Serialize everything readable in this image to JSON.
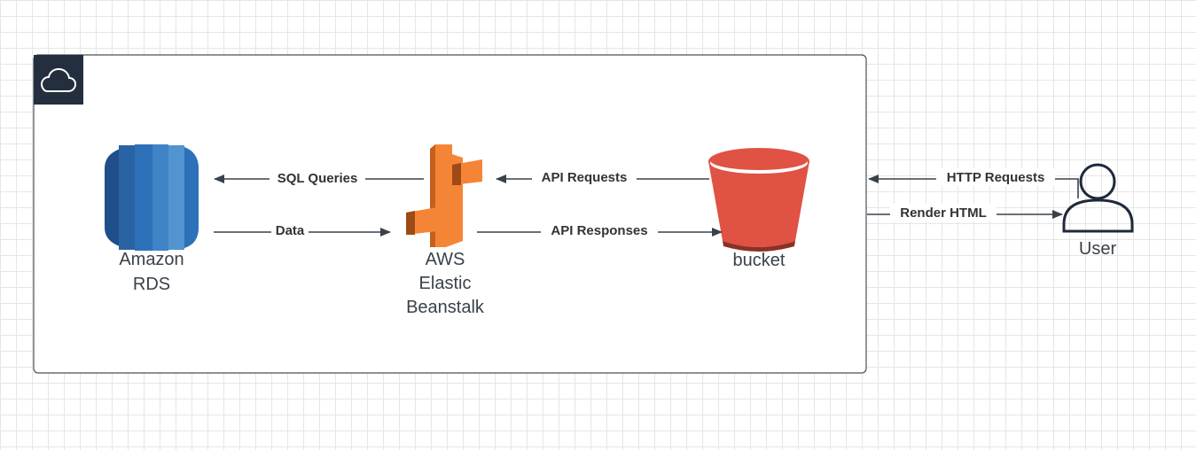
{
  "nodes": {
    "rds": {
      "lines": [
        "Amazon",
        "RDS"
      ],
      "icon": "amazon-rds-icon"
    },
    "beanstalk": {
      "lines": [
        "AWS",
        "Elastic",
        "Beanstalk"
      ],
      "icon": "aws-elastic-beanstalk-icon"
    },
    "bucket": {
      "lines": [
        "bucket"
      ],
      "icon": "s3-bucket-icon"
    },
    "user": {
      "lines": [
        "User"
      ],
      "icon": "user-icon"
    },
    "cloud": {
      "icon": "cloud-icon"
    }
  },
  "edges": {
    "sql_queries": "SQL Queries",
    "data": "Data",
    "api_requests": "API Requests",
    "api_responses": "API Responses",
    "http_requests": "HTTP Requests",
    "render_html": "Render HTML"
  },
  "colors": {
    "rds_dark": "#1f4f8a",
    "rds_mid": "#2d72b8",
    "rds_light": "#5294cf",
    "beanstalk_dark": "#c55f1d",
    "beanstalk_light": "#f58536",
    "bucket_red": "#e05243",
    "bucket_dark": "#8c3123",
    "line": "#3a414a",
    "cloud_badge": "#232f3e"
  }
}
